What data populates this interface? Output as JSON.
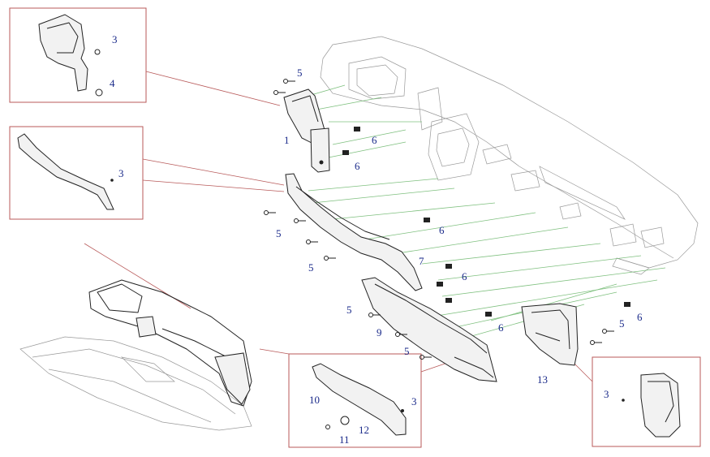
{
  "callouts": [
    {
      "id": "c3a",
      "text": "3"
    },
    {
      "id": "c4",
      "text": "4"
    },
    {
      "id": "c5a",
      "text": "5"
    },
    {
      "id": "c1",
      "text": "1"
    },
    {
      "id": "c6a",
      "text": "6"
    },
    {
      "id": "c6b",
      "text": "6"
    },
    {
      "id": "c3b",
      "text": "3"
    },
    {
      "id": "c5b",
      "text": "5"
    },
    {
      "id": "c6c",
      "text": "6"
    },
    {
      "id": "c5c",
      "text": "5"
    },
    {
      "id": "c7",
      "text": "7"
    },
    {
      "id": "c6d",
      "text": "6"
    },
    {
      "id": "c5d",
      "text": "5"
    },
    {
      "id": "c9",
      "text": "9"
    },
    {
      "id": "c6e",
      "text": "6"
    },
    {
      "id": "c5e",
      "text": "5"
    },
    {
      "id": "c5f",
      "text": "5"
    },
    {
      "id": "c6f",
      "text": "6"
    },
    {
      "id": "c13",
      "text": "13"
    },
    {
      "id": "c10",
      "text": "10"
    },
    {
      "id": "c3c",
      "text": "3"
    },
    {
      "id": "c12",
      "text": "12"
    },
    {
      "id": "c11",
      "text": "11"
    },
    {
      "id": "c3d",
      "text": "3"
    }
  ],
  "colors": {
    "callout_text": "#1a2a8a",
    "detail_box_border": "#b85a5a",
    "leader_lines": "#7fc07f",
    "line_art": "#222222"
  }
}
